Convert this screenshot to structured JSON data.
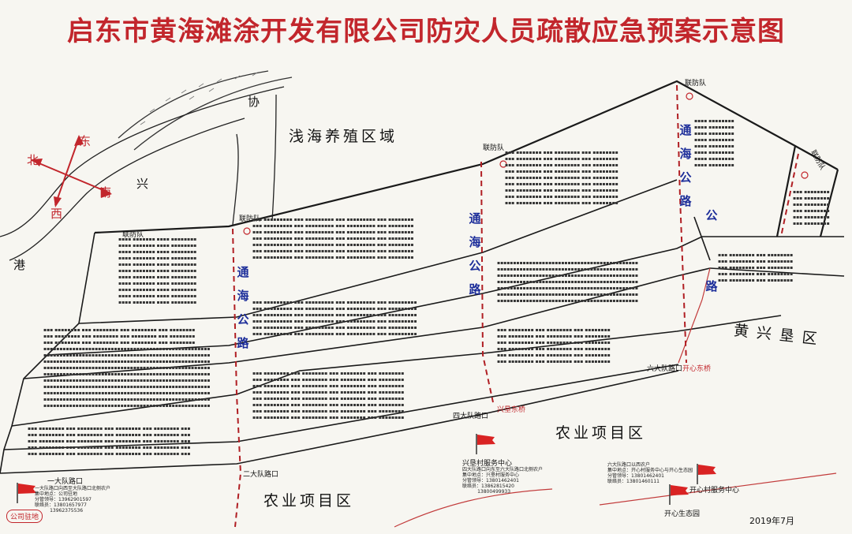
{
  "title": "启东市黄海滩涂开发有限公司防灾人员疏散应急预案示意图",
  "regions": {
    "aquaculture": "浅海养殖区域",
    "agri_upper": "农业项目区",
    "agri_lower": "农业项目区",
    "huangxing": "黄兴垦区"
  },
  "river_chars": [
    "协",
    "兴",
    "港"
  ],
  "compass": {
    "east": "东",
    "south": "南",
    "west": "西",
    "north": "北"
  },
  "roads": {
    "road_a": [
      "通",
      "海",
      "公",
      "路"
    ],
    "road_b": [
      "通",
      "海",
      "公",
      "路"
    ],
    "road_c": [
      "通",
      "海",
      "公",
      "路"
    ],
    "road_d": [
      "公",
      "路"
    ]
  },
  "joint_defense": "联防队",
  "junctions": {
    "d1": "一大队路口",
    "d2": "二大队路口",
    "d4": "四大队路口",
    "d6": "六大队路口"
  },
  "bridges": {
    "xingken": "兴垦东桥",
    "kaixin": "开心东桥"
  },
  "centers": {
    "hq": "公司驻地",
    "xingken": "兴垦村服务中心",
    "kaixin": "开心生态园",
    "kaixin_service": "开心村服务中心"
  },
  "notes": {
    "d1": "一大队路口向西至大队路口北侧农户\n集中地点：公司驻地\n分管领导：13962901597\n联络员：13801657977\n          13962375536",
    "d4": "四大队路口向东至六大队路口北侧农户\n集中地点：兴垦村服务中心\n分管领导：13801462401\n联络员：13862815420\n          13800499933",
    "d6": "六大队路口以西农户\n集中地点：开心村服务中心与开心生态园\n分管领导：13801462401\n联络员：13801460111"
  },
  "date": "2019年7月",
  "colors": {
    "title_red": "#c2262c",
    "road_blue": "#1d2e9a",
    "dike_black": "#1a1a1a",
    "dash_red": "#b01e23",
    "flag_red": "#d92323"
  }
}
